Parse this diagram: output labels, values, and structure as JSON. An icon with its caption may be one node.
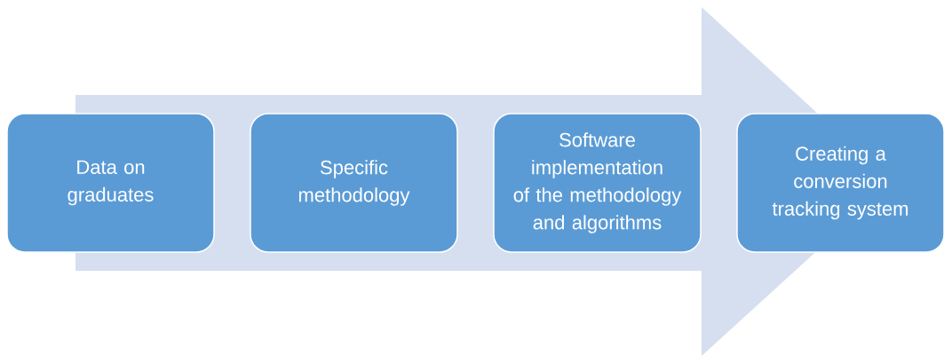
{
  "diagram": {
    "nodes": [
      {
        "text": [
          "Data on graduates"
        ]
      },
      {
        "text": [
          "Specific methodology"
        ]
      },
      {
        "text": [
          "Software implementation of the methodology and algorithms"
        ]
      },
      {
        "text": [
          "Creating a conversion tracking system"
        ]
      }
    ],
    "edges": [
      {
        "from": 0,
        "to": 3,
        "arrow": "to"
      }
    ]
  }
}
